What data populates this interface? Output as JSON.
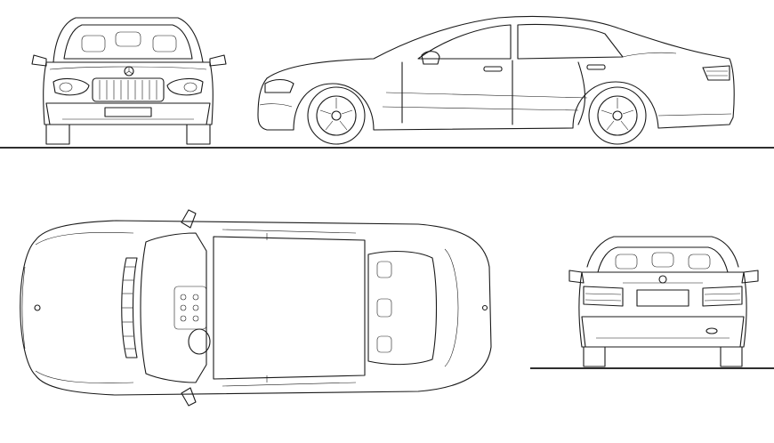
{
  "drawing": {
    "subject": "sedan-blueprint",
    "line_color": "#1a1a1a",
    "background_color": "#ffffff",
    "views": [
      "front",
      "side",
      "top",
      "rear"
    ]
  }
}
